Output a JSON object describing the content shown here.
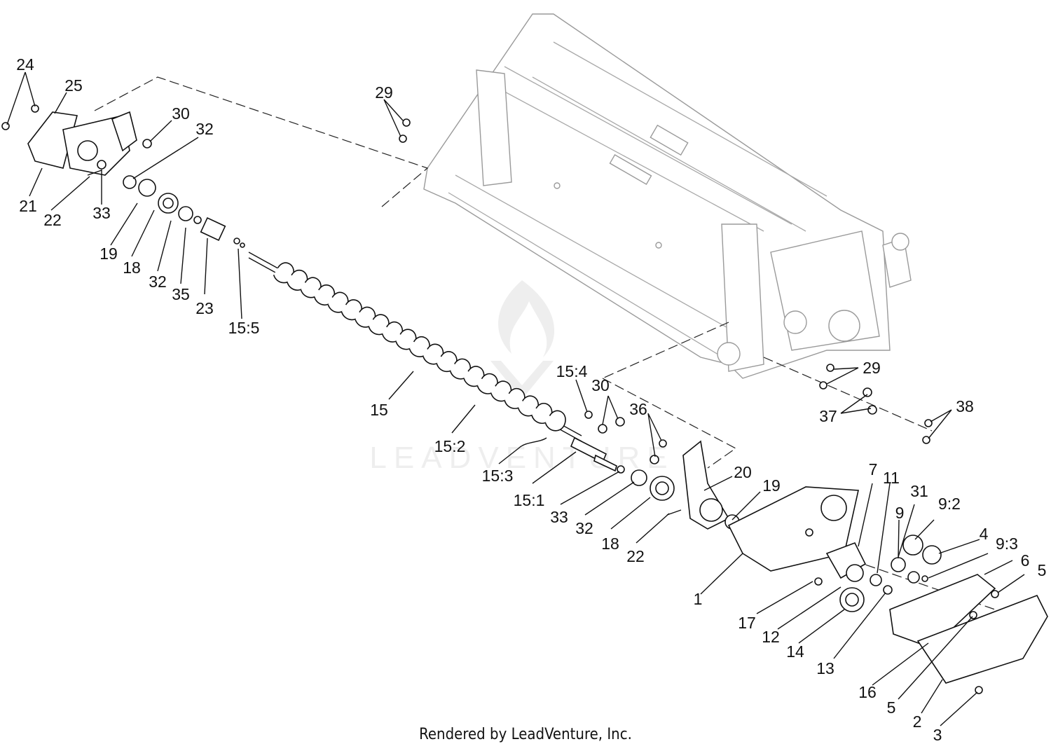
{
  "footer_text": "Rendered by LeadVenture, Inc.",
  "watermark_text": "LEADVENTURE",
  "callouts": [
    {
      "id": "24",
      "text": "24"
    },
    {
      "id": "25",
      "text": "25"
    },
    {
      "id": "30a",
      "text": "30"
    },
    {
      "id": "32a",
      "text": "32"
    },
    {
      "id": "21",
      "text": "21"
    },
    {
      "id": "22a",
      "text": "22"
    },
    {
      "id": "33a",
      "text": "33"
    },
    {
      "id": "19a",
      "text": "19"
    },
    {
      "id": "18a",
      "text": "18"
    },
    {
      "id": "32b",
      "text": "32"
    },
    {
      "id": "35",
      "text": "35"
    },
    {
      "id": "23",
      "text": "23"
    },
    {
      "id": "15_5",
      "text": "15:5"
    },
    {
      "id": "29a",
      "text": "29"
    },
    {
      "id": "15",
      "text": "15"
    },
    {
      "id": "15_4",
      "text": "15:4"
    },
    {
      "id": "30b",
      "text": "30"
    },
    {
      "id": "36",
      "text": "36"
    },
    {
      "id": "15_2",
      "text": "15:2"
    },
    {
      "id": "15_3",
      "text": "15:3"
    },
    {
      "id": "15_1",
      "text": "15:1"
    },
    {
      "id": "33b",
      "text": "33"
    },
    {
      "id": "32c",
      "text": "32"
    },
    {
      "id": "18b",
      "text": "18"
    },
    {
      "id": "22b",
      "text": "22"
    },
    {
      "id": "20",
      "text": "20"
    },
    {
      "id": "19b",
      "text": "19"
    },
    {
      "id": "29b",
      "text": "29"
    },
    {
      "id": "37",
      "text": "37"
    },
    {
      "id": "38",
      "text": "38"
    },
    {
      "id": "7",
      "text": "7"
    },
    {
      "id": "11",
      "text": "11"
    },
    {
      "id": "31",
      "text": "31"
    },
    {
      "id": "9",
      "text": "9"
    },
    {
      "id": "9_2",
      "text": "9:2"
    },
    {
      "id": "4",
      "text": "4"
    },
    {
      "id": "9_3",
      "text": "9:3"
    },
    {
      "id": "6",
      "text": "6"
    },
    {
      "id": "5a",
      "text": "5"
    },
    {
      "id": "1",
      "text": "1"
    },
    {
      "id": "17",
      "text": "17"
    },
    {
      "id": "12",
      "text": "12"
    },
    {
      "id": "14",
      "text": "14"
    },
    {
      "id": "13",
      "text": "13"
    },
    {
      "id": "16",
      "text": "16"
    },
    {
      "id": "5b",
      "text": "5"
    },
    {
      "id": "2",
      "text": "2"
    },
    {
      "id": "3",
      "text": "3"
    }
  ]
}
